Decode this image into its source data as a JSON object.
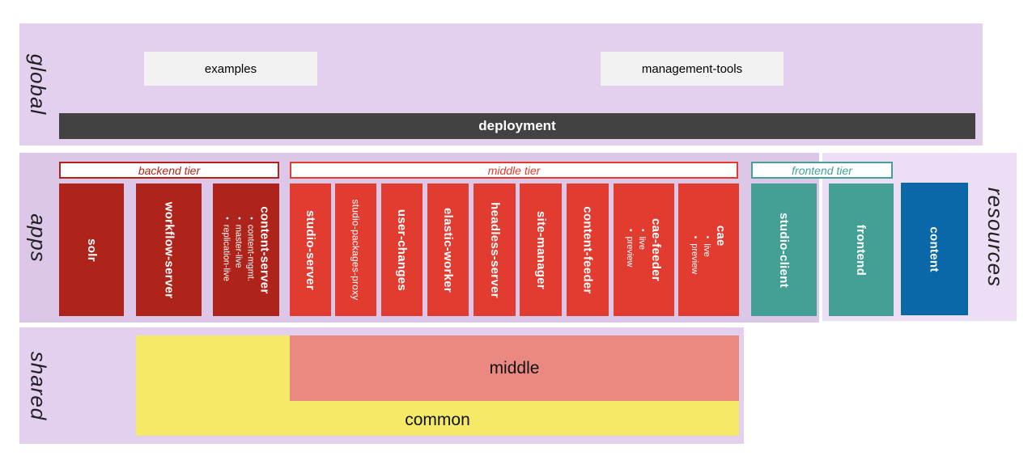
{
  "ui": {
    "bullet": "•"
  },
  "colors": {
    "band_pink": "#e3cfee",
    "apps_band_pink": "#ddc7e8",
    "resources_band_pink": "#ecdff5",
    "backend_red": "#ae241b",
    "middle_red": "#e23c31",
    "frontend_teal": "#44a095",
    "content_blue": "#0a68a9",
    "shared_yellow": "#f4ea67",
    "shared_salmon": "#e98981",
    "deployment_gray": "#424242",
    "global_box_gray": "#f2f2f2"
  },
  "global_band": {
    "label": "global",
    "examples": "examples",
    "management_tools": "management-tools",
    "deployment": "deployment"
  },
  "apps_band": {
    "label": "apps",
    "backend_tier": {
      "header": "backend tier",
      "solr": "solr",
      "workflow_server": "workflow-server",
      "content_server": {
        "title": "content-server",
        "bullets": [
          "content-mgmt.",
          "master-live",
          "replication-live"
        ]
      }
    },
    "middle_tier": {
      "header": "middle tier",
      "studio_server": "studio-server",
      "studio_packages_proxy": "studio-packages-proxy",
      "user_changes": "user-changes",
      "elastic_worker": "elastic-worker",
      "headless_server": "headless-server",
      "site_manager": "site-manager",
      "content_feeder": "content-feeder",
      "cae_feeder": {
        "title": "cae-feeder",
        "bullets": [
          "live",
          "preview"
        ]
      },
      "cae": {
        "title": "cae",
        "bullets": [
          "live",
          "preview"
        ]
      }
    },
    "frontend_tier": {
      "header": "frontend tier",
      "studio_client": "studio-client"
    }
  },
  "resources_band": {
    "label": "resources",
    "frontend": "frontend",
    "content": "content"
  },
  "shared_band": {
    "label": "shared",
    "middle": "middle",
    "common": "common"
  }
}
